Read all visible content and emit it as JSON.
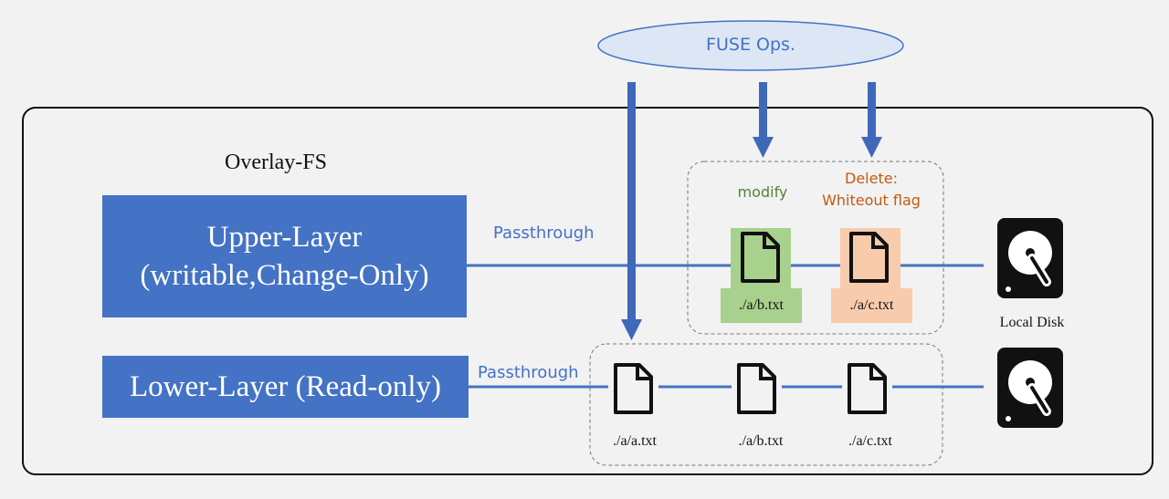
{
  "fuse_ops": {
    "label": "FUSE Ops."
  },
  "overlay": {
    "title": "Overlay-FS"
  },
  "upper_layer": {
    "line1": "Upper-Layer",
    "line2": "(writable,Change-Only)"
  },
  "lower_layer": {
    "label": "Lower-Layer (Read-only)"
  },
  "passthrough_upper": "Passthrough",
  "passthrough_lower": "Passthrough",
  "modify_label": "modify",
  "delete_label_line1": "Delete:",
  "delete_label_line2": "Whiteout flag",
  "upper_files": [
    "./a/b.txt",
    "./a/c.txt"
  ],
  "lower_files": [
    "./a/a.txt",
    "./a/b.txt",
    "./a/c.txt"
  ],
  "local_disk_label": "Local Disk",
  "colors": {
    "layer_blue": "#4472c4",
    "arrow_blue": "#4068b8",
    "modify_green": "#a9d18e",
    "delete_orange": "#f8cbad",
    "modify_text": "#548235",
    "delete_text": "#c55a11",
    "passthrough_text": "#4472c4"
  },
  "icons": [
    "file-icon",
    "hard-disk-icon",
    "arrow-down-icon"
  ]
}
